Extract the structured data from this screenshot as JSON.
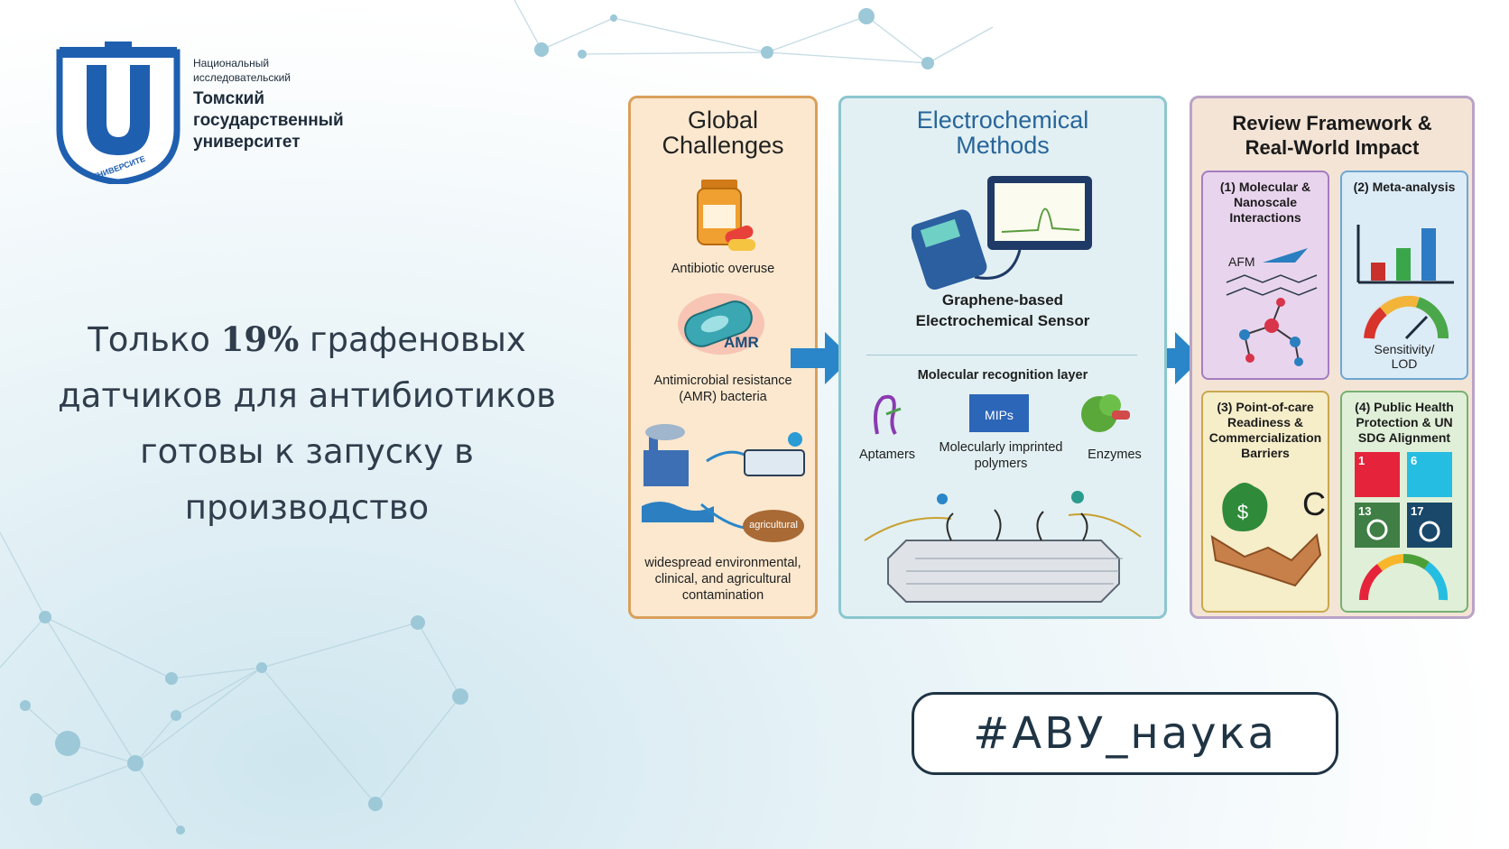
{
  "university": {
    "line1": "Национальный",
    "line2": "исследовательский",
    "name1": "Томский",
    "name2": "государственный",
    "name3": "университет",
    "logo_text": "УНИВЕРСИТЕ"
  },
  "headline": {
    "before": "Только ",
    "percent": "19%",
    "after1": " графеновых",
    "line2": "датчиков для антибиотиков",
    "line3": "готовы к запуску в производство"
  },
  "hashtag": "#АВУ_наука",
  "panel1": {
    "title1": "Global",
    "title2": "Challenges",
    "item1": "Antibiotic overuse",
    "amr_label": "AMR",
    "item2a": "Antimicrobial resistance",
    "item2b": "(AMR) bacteria",
    "agri_label": "agricultural",
    "item3a": "widespread environmental,",
    "item3b": "clinical, and agricultural",
    "item3c": "contamination"
  },
  "panel2": {
    "title1": "Electrochemical",
    "title2": "Methods",
    "sensor1": "Graphene-based",
    "sensor2": "Electrochemical Sensor",
    "layer": "Molecular recognition layer",
    "aptamers": "Aptamers",
    "mips_label": "MIPs",
    "mips1": "Molecularly imprinted",
    "mips2": "polymers",
    "enzymes": "Enzymes"
  },
  "panel3": {
    "title1": "Review Framework &",
    "title2": "Real-World Impact",
    "box1a": "(1) Molecular &",
    "box1b": "Nanoscale",
    "box1c": "Interactions",
    "afm": "AFM",
    "box2": "(2) Meta-analysis",
    "sens1": "Sensitivity/",
    "sens2": "LOD",
    "box3a": "(3) Point-of-care",
    "box3b": "Readiness &",
    "box3c": "Commercialization",
    "box3d": "Barriers",
    "ce": "CE",
    "box4a": "(4) Public Health",
    "box4b": "Protection & UN",
    "box4c": "SDG Alignment",
    "sdg1": "1",
    "sdg6": "6",
    "sdg13": "13",
    "sdg17": "17"
  },
  "colors": {
    "tsu_blue": "#1f5fb0",
    "arrow_blue": "#2a86c8",
    "bar_colors": [
      "#c9302c",
      "#3aa64a",
      "#2d7bc4"
    ],
    "sdg1": "#e5243b",
    "sdg6": "#26bde2",
    "sdg13": "#3f7e44",
    "sdg17": "#19486a"
  }
}
